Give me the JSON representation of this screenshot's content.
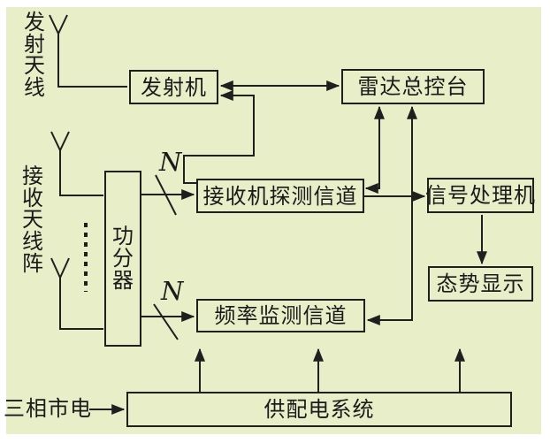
{
  "diagram": {
    "type": "block-diagram",
    "subject": "radar system architecture",
    "colors": {
      "panel_background": "#e8eec8",
      "page_background": "#ffffff",
      "line": "#1f1f1f",
      "text": "#1a1a1a"
    },
    "blocks": {
      "transmitter": {
        "label": "发射机"
      },
      "radar_console": {
        "label": "雷达总控台"
      },
      "receiver_channel": {
        "label": "接收机探测信道"
      },
      "signal_processor": {
        "label": "信号处理机"
      },
      "situation_display": {
        "label": "态势显示"
      },
      "freq_monitor_channel": {
        "label": "频率监测信道"
      },
      "power_divider": {
        "label": "功分器"
      },
      "power_supply": {
        "label": "供配电系统"
      }
    },
    "labels": {
      "tx_antenna": "发射天线",
      "rx_antenna_array": "接收天线阵",
      "mains_power": "三相市电",
      "bus_n_upper": "N",
      "bus_n_lower": "N"
    },
    "connections": [
      {
        "from": "发射机",
        "to": "雷达总控台",
        "style": "bidirectional-arrow"
      },
      {
        "from": "接收机探测信道",
        "to": "发射机",
        "style": "arrow"
      },
      {
        "from": "功分器",
        "to": "接收机探测信道",
        "style": "arrow",
        "bus_width": "N"
      },
      {
        "from": "功分器",
        "to": "频率监测信道",
        "style": "arrow",
        "bus_width": "N"
      },
      {
        "from": "接收机探测信道",
        "to": "雷达总控台",
        "style": "bidirectional-arrow"
      },
      {
        "from": "频率监测信道",
        "to": "雷达总控台",
        "style": "bidirectional-arrow"
      },
      {
        "from": "接收机探测信道",
        "to": "信号处理机",
        "style": "arrow"
      },
      {
        "from": "信号处理机",
        "to": "态势显示",
        "style": "arrow"
      },
      {
        "from": "发射天线",
        "to": "发射机",
        "style": "wire"
      },
      {
        "from": "接收天线阵",
        "to": "功分器",
        "style": "wire"
      },
      {
        "from": "三相市电",
        "to": "供配电系统",
        "style": "arrow"
      },
      {
        "from": "供配电系统",
        "to": "接收机探测信道/频率监测信道/信号处理机",
        "style": "three-up-arrows"
      }
    ]
  }
}
